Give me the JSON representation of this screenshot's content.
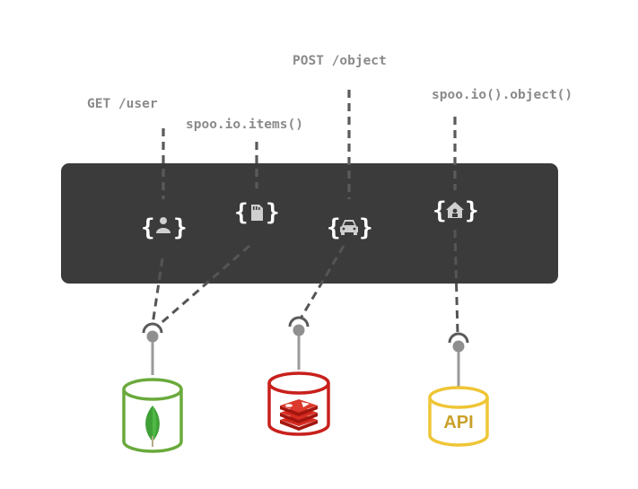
{
  "labels": {
    "get_user": "GET /user",
    "items": "spoo.io.items()",
    "post_object": "POST /object",
    "object_fn": "spoo.io().object()"
  },
  "nodes": {
    "open_brace": "{",
    "close_brace": "}",
    "icons": [
      "user-icon",
      "sd-card-icon",
      "car-icon",
      "house-icon"
    ]
  },
  "stores": {
    "api_label": "API"
  },
  "colors": {
    "panel": "#3b3b3b",
    "mongo": "#6aaa3c",
    "redis": "#c8201c",
    "api": "#efc535",
    "api_text": "#c9a128"
  }
}
